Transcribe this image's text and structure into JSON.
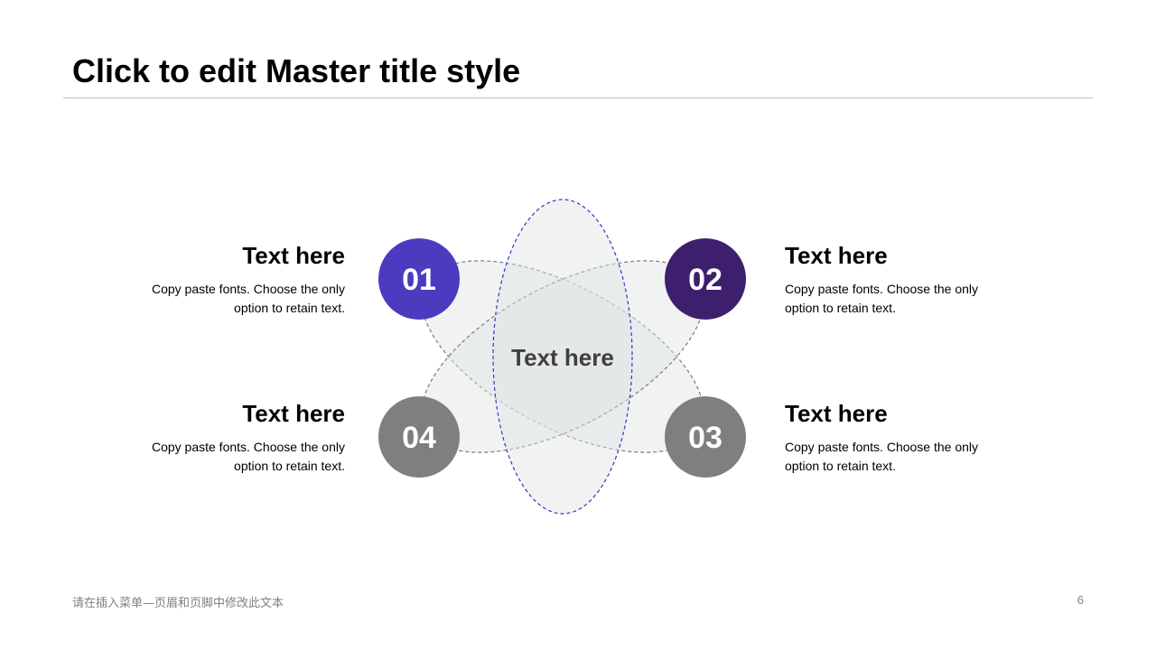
{
  "slide": {
    "title": "Click to edit Master title style",
    "footer_note": "请在插入菜单—页眉和页脚中修改此文本",
    "page_number": "6"
  },
  "diagram": {
    "center_label": "Text here",
    "nodes": [
      {
        "number": "01",
        "color": "#4a3bbf"
      },
      {
        "number": "02",
        "color": "#3d1f6e"
      },
      {
        "number": "03",
        "color": "#7f7f7f"
      },
      {
        "number": "04",
        "color": "#7f7f7f"
      }
    ],
    "items": [
      {
        "heading": "Text here",
        "line1": "Copy paste fonts. Choose the only",
        "line2": "option to retain text."
      },
      {
        "heading": "Text here",
        "line1": "Copy paste fonts. Choose the only",
        "line2": "option to retain text."
      },
      {
        "heading": "Text here",
        "line1": "Copy paste fonts. Choose the only",
        "line2": "option to retain text."
      },
      {
        "heading": "Text here",
        "line1": "Copy paste fonts. Choose the only",
        "line2": "option to retain text."
      }
    ]
  }
}
